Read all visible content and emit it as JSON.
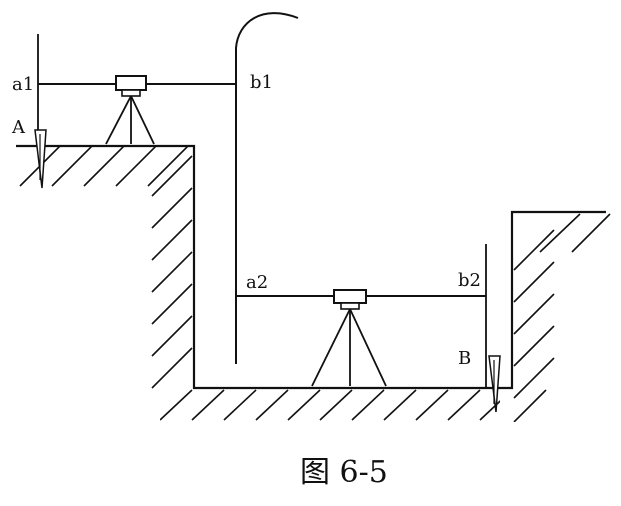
{
  "labels": {
    "a1": "a1",
    "b1": "b1",
    "a2": "a2",
    "b2": "b2",
    "A": "A",
    "B": "B"
  },
  "caption": "图 6-5"
}
